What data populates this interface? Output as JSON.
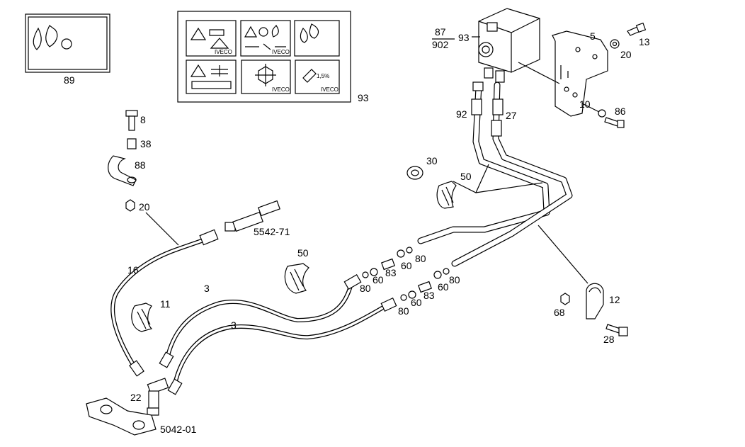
{
  "labels": {
    "l89": "89",
    "l93a": "93",
    "l93b": "93",
    "l87": "87",
    "l902": "902",
    "l5": "5",
    "l13": "13",
    "l20a": "20",
    "l10": "10",
    "l86": "86",
    "l92": "92",
    "l27": "27",
    "l30": "30",
    "l50a": "50",
    "l8": "8",
    "l38": "38",
    "l88": "88",
    "l20b": "20",
    "l5542": "5542-71",
    "l16": "16",
    "l3a": "3",
    "l3b": "3",
    "l11": "11",
    "l50b": "50",
    "l80a": "80",
    "l60a": "60",
    "l83a": "83",
    "l80b": "80",
    "l60b": "60",
    "l83b": "83",
    "l80c": "80",
    "l60c": "60",
    "l80d": "80",
    "l60d": "60",
    "l12": "12",
    "l68": "68",
    "l28": "28",
    "l22": "22",
    "l5042": "5042-01"
  },
  "decal_text": {
    "pct": "1,5%",
    "brand1": "IVECO",
    "brand2": "IVECO",
    "brand3": "IVECO",
    "brand4": "IVECO"
  },
  "colors": {
    "line": "#000000",
    "background": "#ffffff"
  }
}
